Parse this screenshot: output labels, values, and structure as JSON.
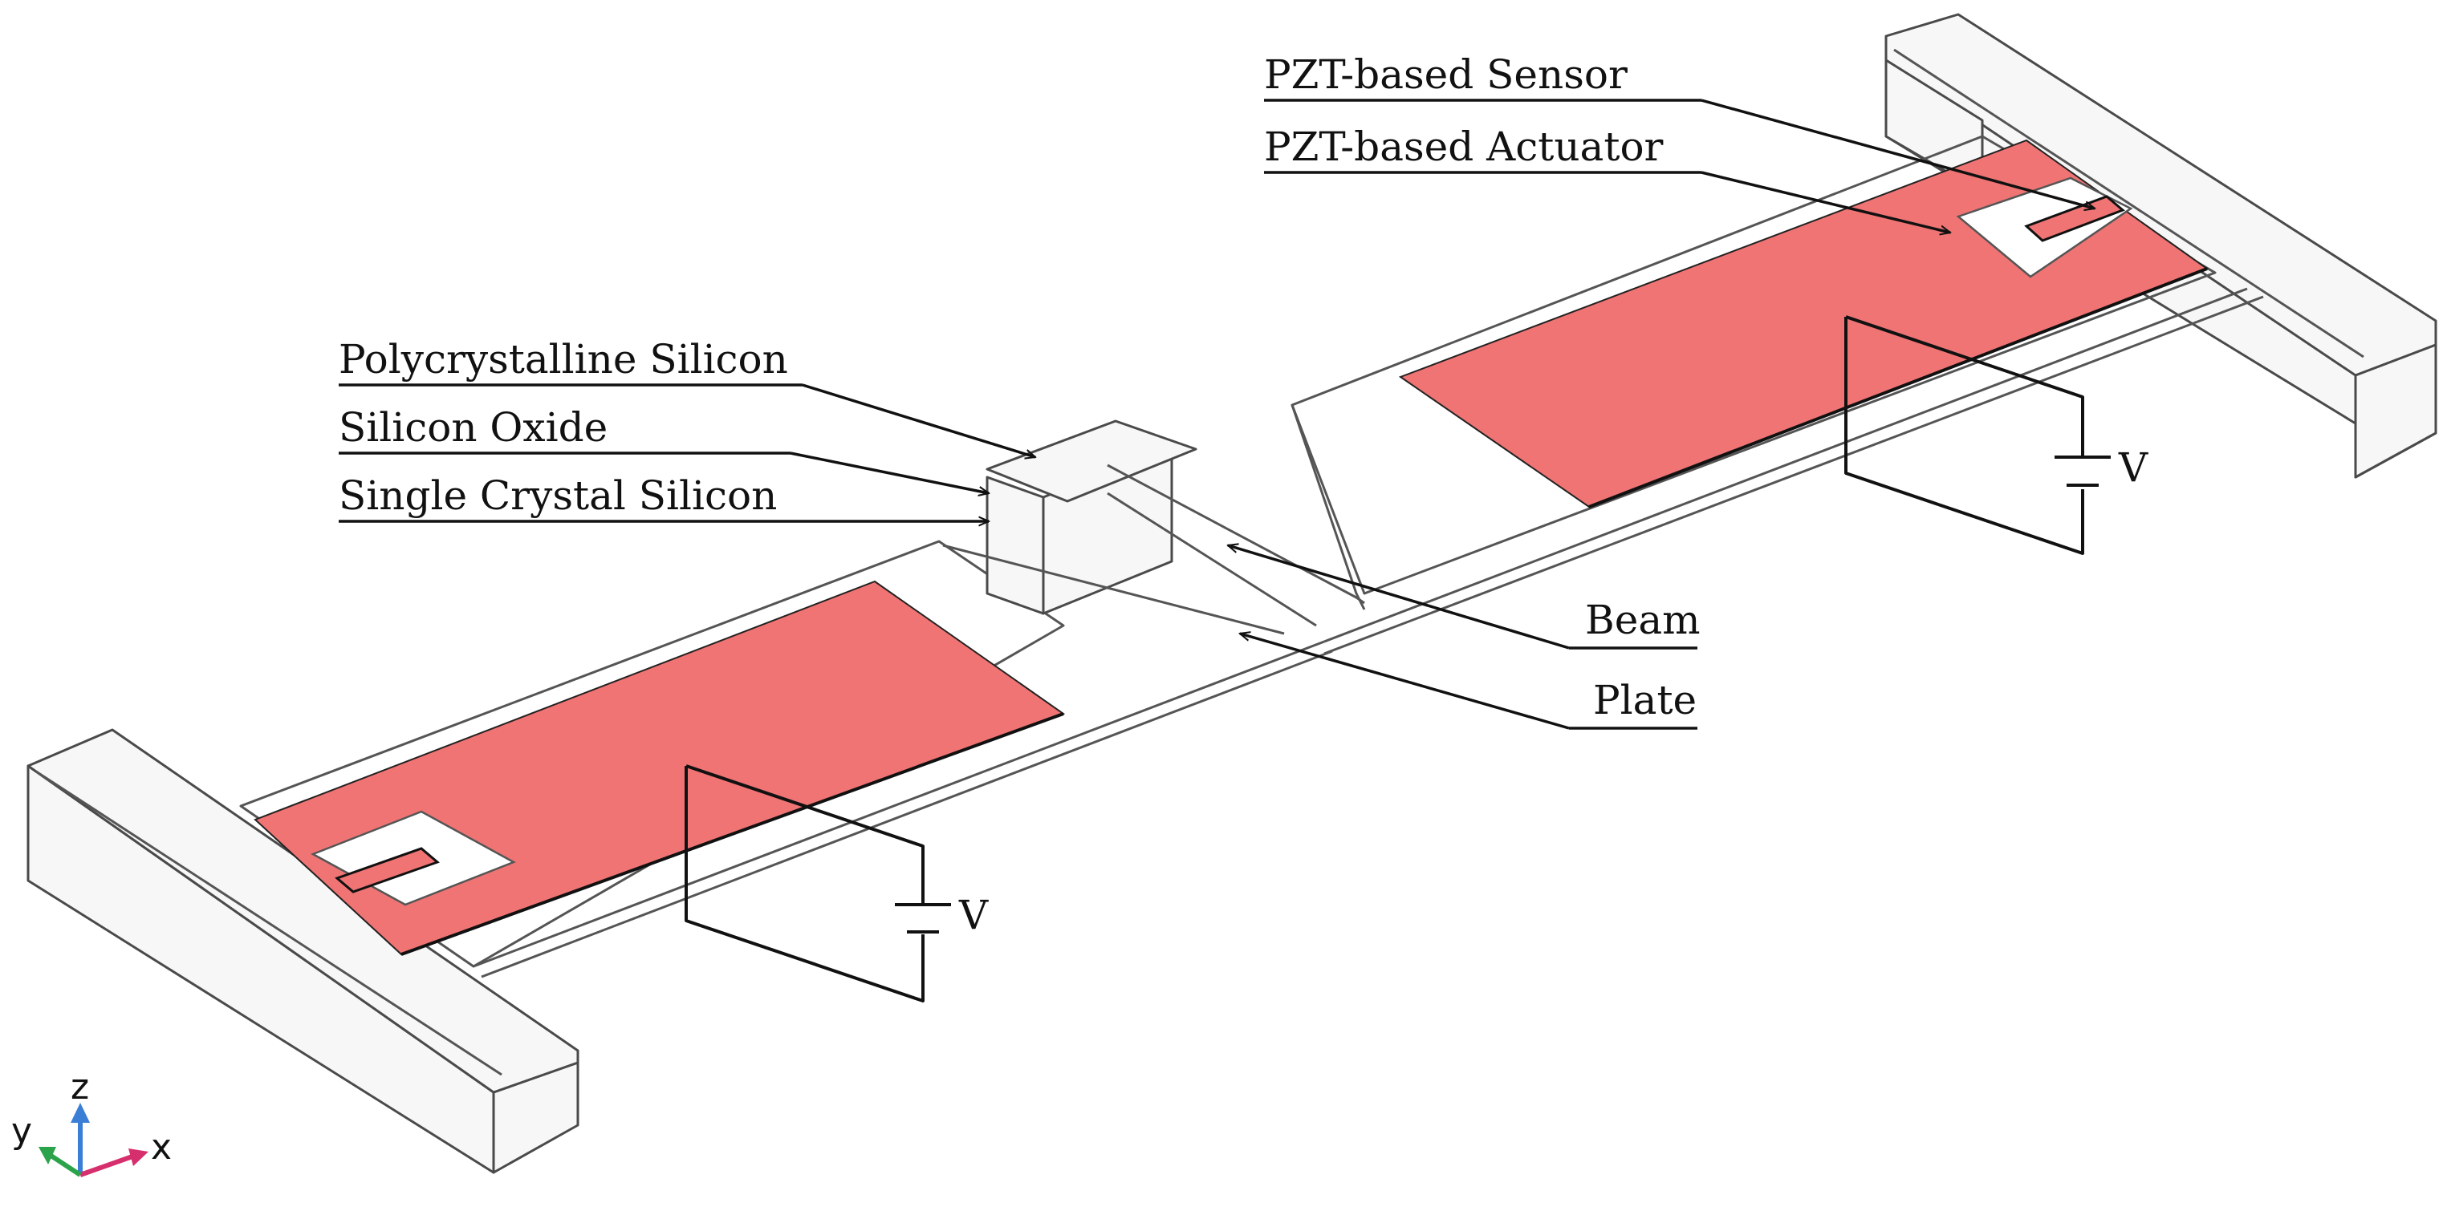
{
  "labels": {
    "pzt_sensor": "PZT-based Sensor",
    "pzt_actuator": "PZT-based Actuator",
    "poly_silicon": "Polycrystalline Silicon",
    "silicon_oxide": "Silicon Oxide",
    "single_crystal_silicon": "Single Crystal Silicon",
    "beam": "Beam",
    "plate": "Plate",
    "voltage_right": "V",
    "voltage_left": "V"
  },
  "axes": {
    "x": "x",
    "y": "y",
    "z": "z"
  },
  "colors": {
    "pzt": "#f07474",
    "anchor_top": "#ececef",
    "anchor_front": "#c9c9d1",
    "anchor_side": "#b4b4be",
    "axis_x": "#d62f6e",
    "axis_y": "#2aa34a",
    "axis_z": "#3a7ed6"
  }
}
